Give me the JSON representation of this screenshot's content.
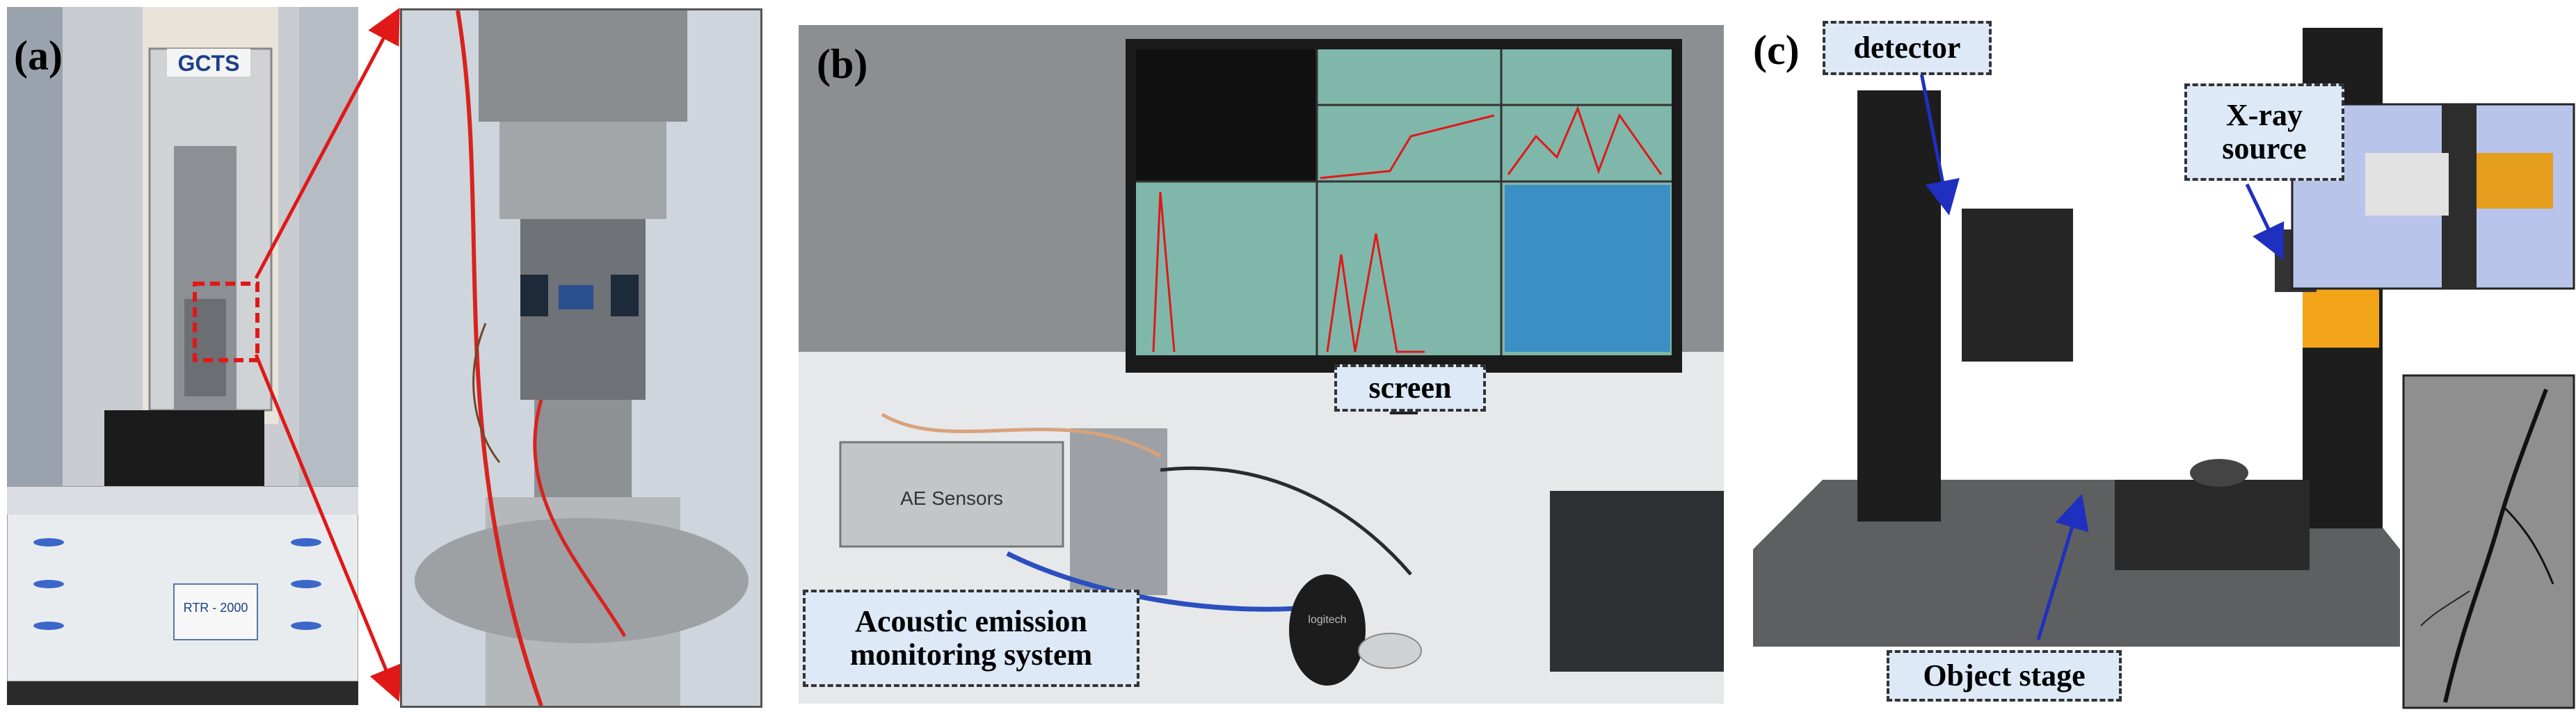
{
  "panels": {
    "a": {
      "letter": "(a)",
      "machine_brand": "GCTS",
      "machine_model": "RTR - 2000"
    },
    "b": {
      "letter": "(b)",
      "labels": {
        "screen": "screen",
        "ae_system": "Acoustic emission monitoring system"
      },
      "device_text": "AE Sensors",
      "mouse_brand": "logitech"
    },
    "c": {
      "letter": "(c)",
      "labels": {
        "detector": "detector",
        "xray": "X-ray source",
        "stage": "Object stage"
      }
    }
  },
  "colors": {
    "callout_red": "#e01818",
    "arrow_blue": "#1f2fbf",
    "label_fill": "#dde9f7",
    "screen_teal": "#7fb7aa"
  }
}
